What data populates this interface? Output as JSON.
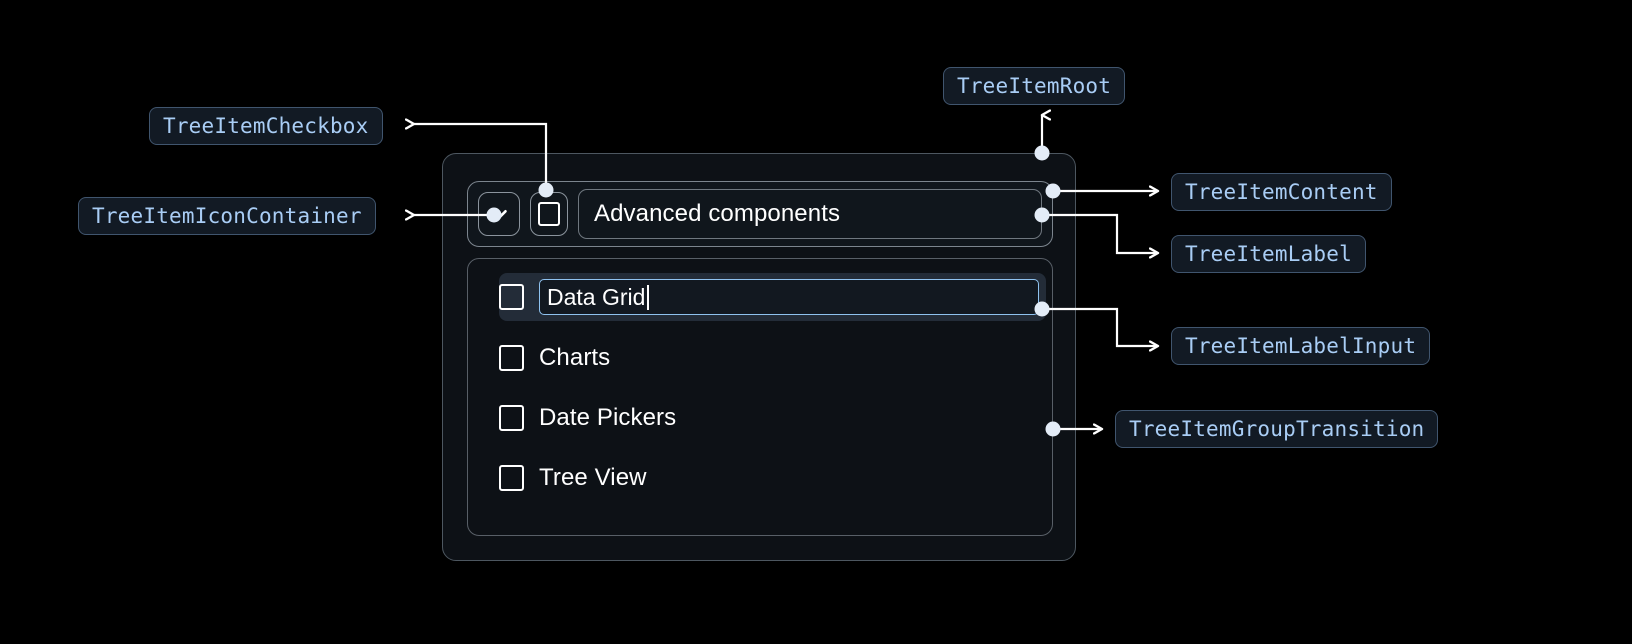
{
  "page": {
    "background": "#000000",
    "accent_badge_text": "#a9cdf5",
    "badge_bg": "#121a24",
    "badge_border": "#40556e",
    "connector_color": "#ffffff",
    "selected_row_bg": "#232c38",
    "input_focus_border": "#8fc2ef"
  },
  "tree": {
    "root": {
      "content": {
        "icon_container": {
          "icon": "chevron-down-icon"
        },
        "checkbox": {
          "icon": "checkbox-unchecked-icon",
          "checked": false
        },
        "label": "Advanced components"
      },
      "group_transition": {
        "children": [
          {
            "label": "Data Grid",
            "checked": false,
            "editing": true,
            "selected": true
          },
          {
            "label": "Charts",
            "checked": false,
            "editing": false,
            "selected": false
          },
          {
            "label": "Date Pickers",
            "checked": false,
            "editing": false,
            "selected": false
          },
          {
            "label": "Tree View",
            "checked": false,
            "editing": false,
            "selected": false
          }
        ]
      }
    }
  },
  "annotations": [
    {
      "id": "tree-item-checkbox",
      "label": "TreeItemCheckbox"
    },
    {
      "id": "tree-item-icon-container",
      "label": "TreeItemIconContainer"
    },
    {
      "id": "tree-item-root",
      "label": "TreeItemRoot"
    },
    {
      "id": "tree-item-content",
      "label": "TreeItemContent"
    },
    {
      "id": "tree-item-label",
      "label": "TreeItemLabel"
    },
    {
      "id": "tree-item-label-input",
      "label": "TreeItemLabelInput"
    },
    {
      "id": "tree-item-group-transition",
      "label": "TreeItemGroupTransition"
    }
  ]
}
